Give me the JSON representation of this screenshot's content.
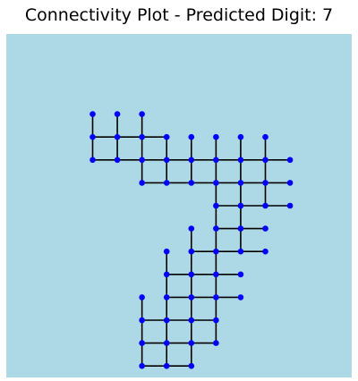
{
  "chart_data": {
    "type": "scatter",
    "title": "Connectivity Plot - Predicted Digit: 7",
    "xlabel": "",
    "ylabel": "",
    "grid": false,
    "axes_visible": false,
    "background_color": "#add8e6",
    "node_color": "#0000ff",
    "edge_color": "#000000",
    "xlim": [
      -0.5,
      13.5
    ],
    "ylim": [
      -0.5,
      14.5
    ],
    "nodes": [
      [
        3,
        11
      ],
      [
        4,
        11
      ],
      [
        5,
        11
      ],
      [
        3,
        10
      ],
      [
        4,
        10
      ],
      [
        5,
        10
      ],
      [
        6,
        10
      ],
      [
        7,
        10
      ],
      [
        8,
        10
      ],
      [
        9,
        10
      ],
      [
        10,
        10
      ],
      [
        3,
        9
      ],
      [
        4,
        9
      ],
      [
        5,
        9
      ],
      [
        6,
        9
      ],
      [
        7,
        9
      ],
      [
        8,
        9
      ],
      [
        9,
        9
      ],
      [
        10,
        9
      ],
      [
        11,
        9
      ],
      [
        5,
        8
      ],
      [
        6,
        8
      ],
      [
        7,
        8
      ],
      [
        8,
        8
      ],
      [
        9,
        8
      ],
      [
        10,
        8
      ],
      [
        11,
        8
      ],
      [
        8,
        7
      ],
      [
        9,
        7
      ],
      [
        10,
        7
      ],
      [
        11,
        7
      ],
      [
        7,
        6
      ],
      [
        8,
        6
      ],
      [
        9,
        6
      ],
      [
        10,
        6
      ],
      [
        6,
        5
      ],
      [
        7,
        5
      ],
      [
        8,
        5
      ],
      [
        9,
        5
      ],
      [
        10,
        5
      ],
      [
        6,
        4
      ],
      [
        7,
        4
      ],
      [
        8,
        4
      ],
      [
        9,
        4
      ],
      [
        5,
        3
      ],
      [
        6,
        3
      ],
      [
        7,
        3
      ],
      [
        8,
        3
      ],
      [
        9,
        3
      ],
      [
        5,
        2
      ],
      [
        6,
        2
      ],
      [
        7,
        2
      ],
      [
        8,
        2
      ],
      [
        5,
        1
      ],
      [
        6,
        1
      ],
      [
        7,
        1
      ],
      [
        8,
        1
      ],
      [
        5,
        0
      ],
      [
        6,
        0
      ],
      [
        7,
        0
      ]
    ],
    "edges": [
      [
        [
          3,
          10
        ],
        [
          4,
          10
        ]
      ],
      [
        [
          4,
          10
        ],
        [
          5,
          10
        ]
      ],
      [
        [
          5,
          10
        ],
        [
          6,
          10
        ]
      ],
      [
        [
          3,
          9
        ],
        [
          4,
          9
        ]
      ],
      [
        [
          4,
          9
        ],
        [
          5,
          9
        ]
      ],
      [
        [
          5,
          9
        ],
        [
          6,
          9
        ]
      ],
      [
        [
          6,
          9
        ],
        [
          7,
          9
        ]
      ],
      [
        [
          7,
          9
        ],
        [
          8,
          9
        ]
      ],
      [
        [
          8,
          9
        ],
        [
          9,
          9
        ]
      ],
      [
        [
          9,
          9
        ],
        [
          10,
          9
        ]
      ],
      [
        [
          10,
          9
        ],
        [
          11,
          9
        ]
      ],
      [
        [
          5,
          8
        ],
        [
          6,
          8
        ]
      ],
      [
        [
          6,
          8
        ],
        [
          7,
          8
        ]
      ],
      [
        [
          7,
          8
        ],
        [
          8,
          8
        ]
      ],
      [
        [
          8,
          8
        ],
        [
          9,
          8
        ]
      ],
      [
        [
          9,
          8
        ],
        [
          10,
          8
        ]
      ],
      [
        [
          10,
          8
        ],
        [
          11,
          8
        ]
      ],
      [
        [
          8,
          7
        ],
        [
          9,
          7
        ]
      ],
      [
        [
          9,
          7
        ],
        [
          10,
          7
        ]
      ],
      [
        [
          10,
          7
        ],
        [
          11,
          7
        ]
      ],
      [
        [
          8,
          6
        ],
        [
          9,
          6
        ]
      ],
      [
        [
          9,
          6
        ],
        [
          10,
          6
        ]
      ],
      [
        [
          7,
          5
        ],
        [
          8,
          5
        ]
      ],
      [
        [
          8,
          5
        ],
        [
          9,
          5
        ]
      ],
      [
        [
          9,
          5
        ],
        [
          10,
          5
        ]
      ],
      [
        [
          6,
          4
        ],
        [
          7,
          4
        ]
      ],
      [
        [
          7,
          4
        ],
        [
          8,
          4
        ]
      ],
      [
        [
          8,
          4
        ],
        [
          9,
          4
        ]
      ],
      [
        [
          6,
          3
        ],
        [
          7,
          3
        ]
      ],
      [
        [
          7,
          3
        ],
        [
          8,
          3
        ]
      ],
      [
        [
          8,
          3
        ],
        [
          9,
          3
        ]
      ],
      [
        [
          5,
          2
        ],
        [
          6,
          2
        ]
      ],
      [
        [
          6,
          2
        ],
        [
          7,
          2
        ]
      ],
      [
        [
          7,
          2
        ],
        [
          8,
          2
        ]
      ],
      [
        [
          5,
          1
        ],
        [
          6,
          1
        ]
      ],
      [
        [
          6,
          1
        ],
        [
          7,
          1
        ]
      ],
      [
        [
          7,
          1
        ],
        [
          8,
          1
        ]
      ],
      [
        [
          5,
          0
        ],
        [
          6,
          0
        ]
      ],
      [
        [
          6,
          0
        ],
        [
          7,
          0
        ]
      ],
      [
        [
          3,
          11
        ],
        [
          3,
          10
        ]
      ],
      [
        [
          3,
          10
        ],
        [
          3,
          9
        ]
      ],
      [
        [
          4,
          11
        ],
        [
          4,
          10
        ]
      ],
      [
        [
          4,
          10
        ],
        [
          4,
          9
        ]
      ],
      [
        [
          5,
          11
        ],
        [
          5,
          10
        ]
      ],
      [
        [
          5,
          10
        ],
        [
          5,
          9
        ]
      ],
      [
        [
          5,
          9
        ],
        [
          5,
          8
        ]
      ],
      [
        [
          6,
          10
        ],
        [
          6,
          9
        ]
      ],
      [
        [
          6,
          9
        ],
        [
          6,
          8
        ]
      ],
      [
        [
          7,
          10
        ],
        [
          7,
          9
        ]
      ],
      [
        [
          7,
          9
        ],
        [
          7,
          8
        ]
      ],
      [
        [
          8,
          10
        ],
        [
          8,
          9
        ]
      ],
      [
        [
          8,
          9
        ],
        [
          8,
          8
        ]
      ],
      [
        [
          8,
          8
        ],
        [
          8,
          7
        ]
      ],
      [
        [
          8,
          7
        ],
        [
          8,
          6
        ]
      ],
      [
        [
          9,
          10
        ],
        [
          9,
          9
        ]
      ],
      [
        [
          9,
          9
        ],
        [
          9,
          8
        ]
      ],
      [
        [
          9,
          8
        ],
        [
          9,
          7
        ]
      ],
      [
        [
          9,
          7
        ],
        [
          9,
          6
        ]
      ],
      [
        [
          9,
          6
        ],
        [
          9,
          5
        ]
      ],
      [
        [
          10,
          10
        ],
        [
          10,
          9
        ]
      ],
      [
        [
          10,
          9
        ],
        [
          10,
          8
        ]
      ],
      [
        [
          10,
          8
        ],
        [
          10,
          7
        ]
      ],
      [
        [
          7,
          6
        ],
        [
          7,
          5
        ]
      ],
      [
        [
          7,
          5
        ],
        [
          7,
          4
        ]
      ],
      [
        [
          7,
          4
        ],
        [
          7,
          3
        ]
      ],
      [
        [
          8,
          6
        ],
        [
          8,
          5
        ]
      ],
      [
        [
          8,
          5
        ],
        [
          8,
          4
        ]
      ],
      [
        [
          8,
          4
        ],
        [
          8,
          3
        ]
      ],
      [
        [
          8,
          3
        ],
        [
          8,
          2
        ]
      ],
      [
        [
          8,
          2
        ],
        [
          8,
          1
        ]
      ],
      [
        [
          6,
          5
        ],
        [
          6,
          4
        ]
      ],
      [
        [
          6,
          4
        ],
        [
          6,
          3
        ]
      ],
      [
        [
          6,
          3
        ],
        [
          6,
          2
        ]
      ],
      [
        [
          6,
          2
        ],
        [
          6,
          1
        ]
      ],
      [
        [
          6,
          1
        ],
        [
          6,
          0
        ]
      ],
      [
        [
          7,
          3
        ],
        [
          7,
          2
        ]
      ],
      [
        [
          7,
          2
        ],
        [
          7,
          1
        ]
      ],
      [
        [
          7,
          1
        ],
        [
          7,
          0
        ]
      ],
      [
        [
          5,
          3
        ],
        [
          5,
          2
        ]
      ],
      [
        [
          5,
          2
        ],
        [
          5,
          1
        ]
      ],
      [
        [
          5,
          1
        ],
        [
          5,
          0
        ]
      ]
    ]
  }
}
